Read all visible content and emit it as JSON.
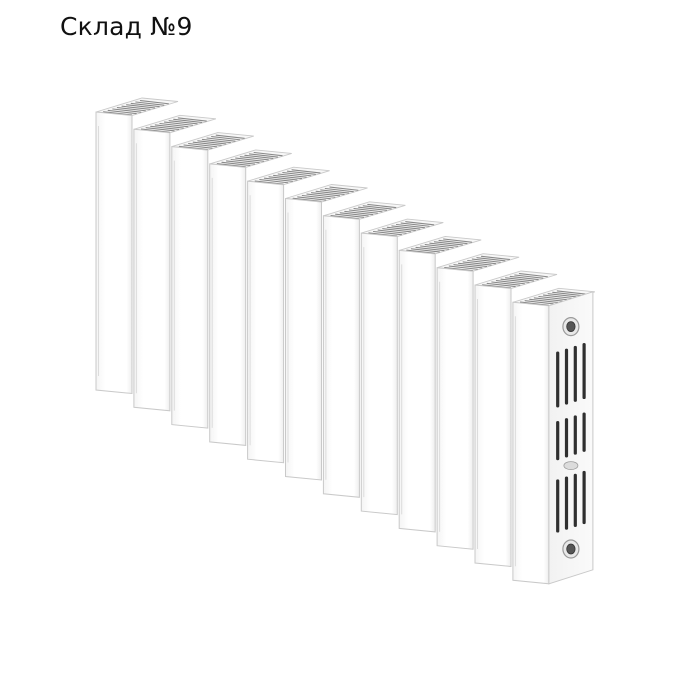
{
  "caption": "Склад №9",
  "product": {
    "icon": "radiator-image",
    "section_count": 12,
    "colors": {
      "body": "#ffffff",
      "outline": "#c9c9c9",
      "grille": "#8a8a8a",
      "shade": "#ececec"
    }
  }
}
